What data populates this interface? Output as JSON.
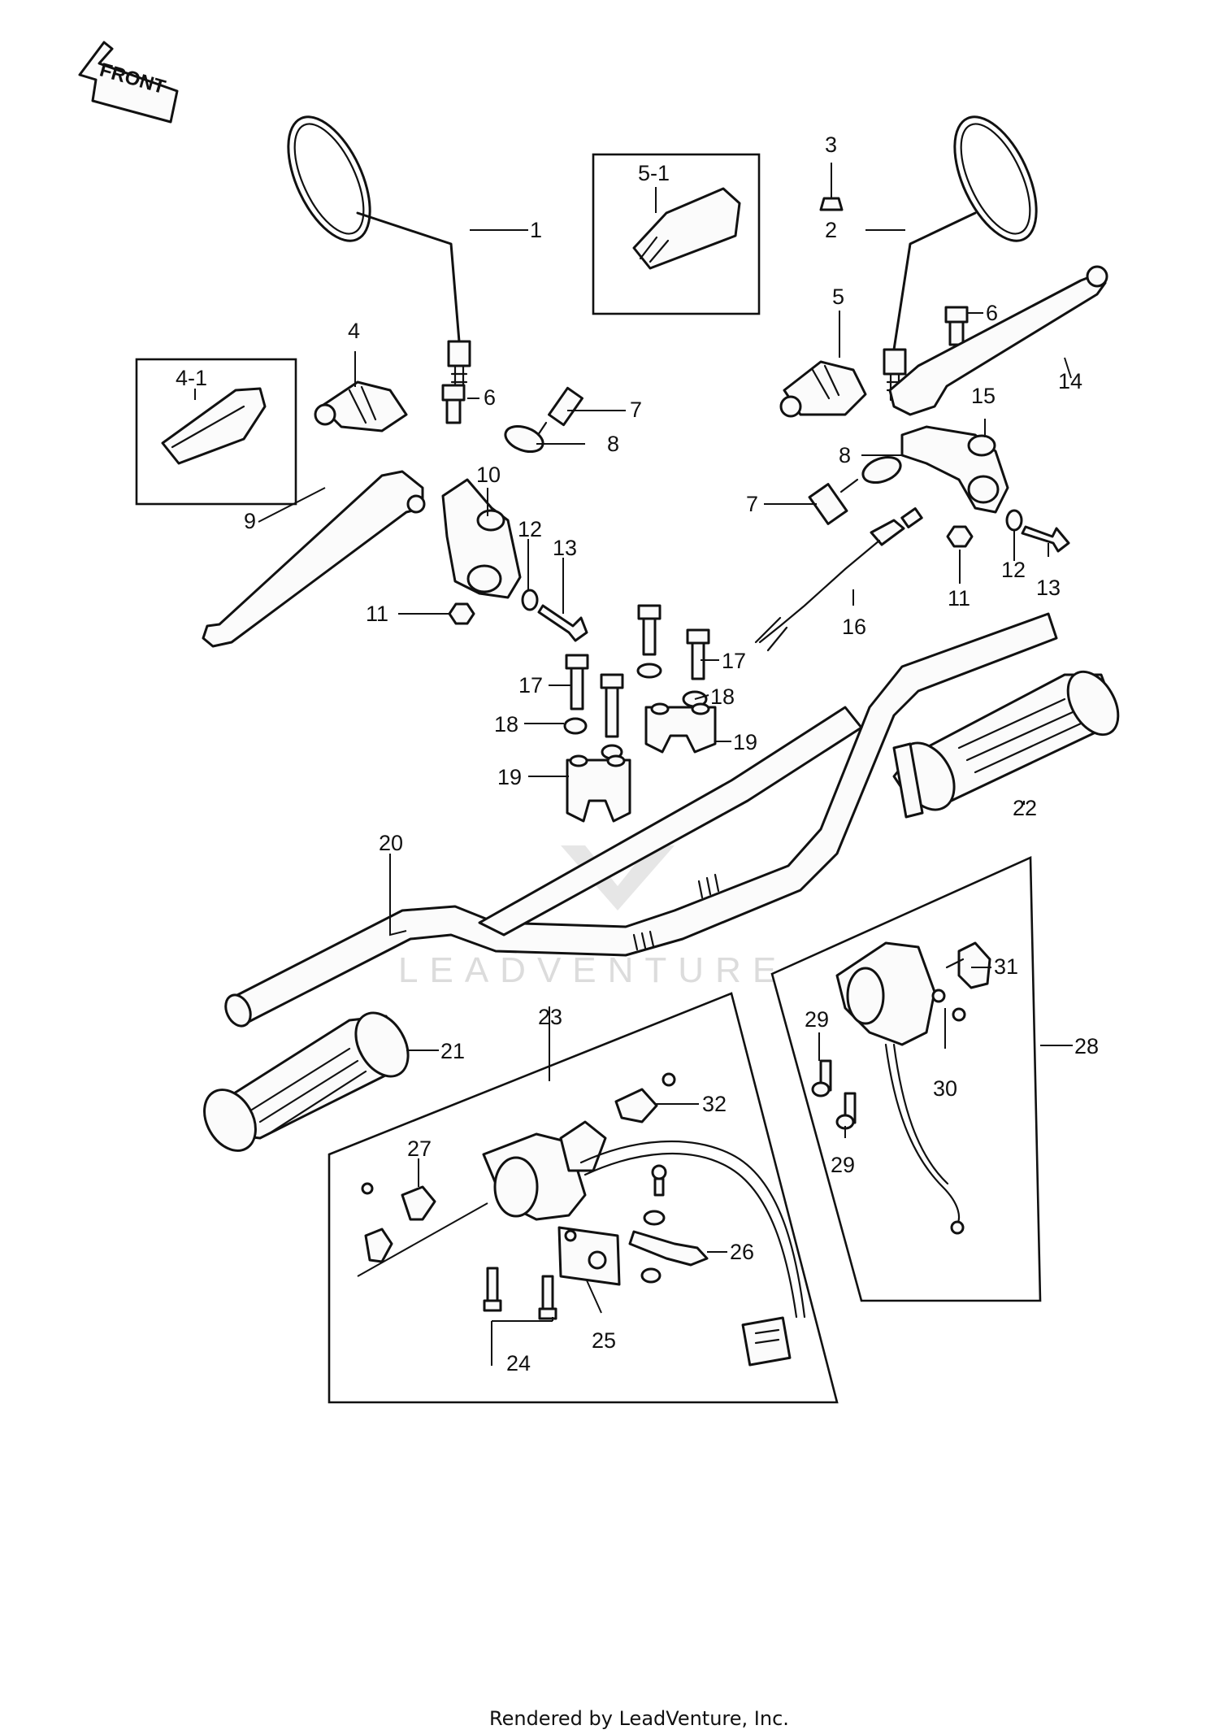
{
  "direction_marker": {
    "text": "FRONT"
  },
  "watermark": {
    "text": "LEADVENTURE"
  },
  "footer": {
    "text": "Rendered by LeadVenture, Inc."
  },
  "callouts": [
    {
      "id": "c1",
      "text": "1"
    },
    {
      "id": "c2",
      "text": "2"
    },
    {
      "id": "c3",
      "text": "3"
    },
    {
      "id": "c4",
      "text": "4"
    },
    {
      "id": "c4-1",
      "text": "4-1"
    },
    {
      "id": "c5",
      "text": "5"
    },
    {
      "id": "c5-1",
      "text": "5-1"
    },
    {
      "id": "c6a",
      "text": "6"
    },
    {
      "id": "c6b",
      "text": "6"
    },
    {
      "id": "c7a",
      "text": "7"
    },
    {
      "id": "c7b",
      "text": "7"
    },
    {
      "id": "c8a",
      "text": "8"
    },
    {
      "id": "c8b",
      "text": "8"
    },
    {
      "id": "c9",
      "text": "9"
    },
    {
      "id": "c10",
      "text": "10"
    },
    {
      "id": "c11a",
      "text": "11"
    },
    {
      "id": "c11b",
      "text": "11"
    },
    {
      "id": "c12a",
      "text": "12"
    },
    {
      "id": "c12b",
      "text": "12"
    },
    {
      "id": "c13a",
      "text": "13"
    },
    {
      "id": "c13b",
      "text": "13"
    },
    {
      "id": "c14",
      "text": "14"
    },
    {
      "id": "c15",
      "text": "15"
    },
    {
      "id": "c16",
      "text": "16"
    },
    {
      "id": "c17a",
      "text": "17"
    },
    {
      "id": "c17b",
      "text": "17"
    },
    {
      "id": "c18a",
      "text": "18"
    },
    {
      "id": "c18b",
      "text": "18"
    },
    {
      "id": "c19a",
      "text": "19"
    },
    {
      "id": "c19b",
      "text": "19"
    },
    {
      "id": "c20",
      "text": "20"
    },
    {
      "id": "c21",
      "text": "21"
    },
    {
      "id": "c22",
      "text": "22"
    },
    {
      "id": "c23",
      "text": "23"
    },
    {
      "id": "c24",
      "text": "24"
    },
    {
      "id": "c25",
      "text": "25"
    },
    {
      "id": "c26",
      "text": "26"
    },
    {
      "id": "c27",
      "text": "27"
    },
    {
      "id": "c28",
      "text": "28"
    },
    {
      "id": "c29a",
      "text": "29"
    },
    {
      "id": "c29b",
      "text": "29"
    },
    {
      "id": "c30",
      "text": "30"
    },
    {
      "id": "c31",
      "text": "31"
    },
    {
      "id": "c32",
      "text": "32"
    }
  ]
}
